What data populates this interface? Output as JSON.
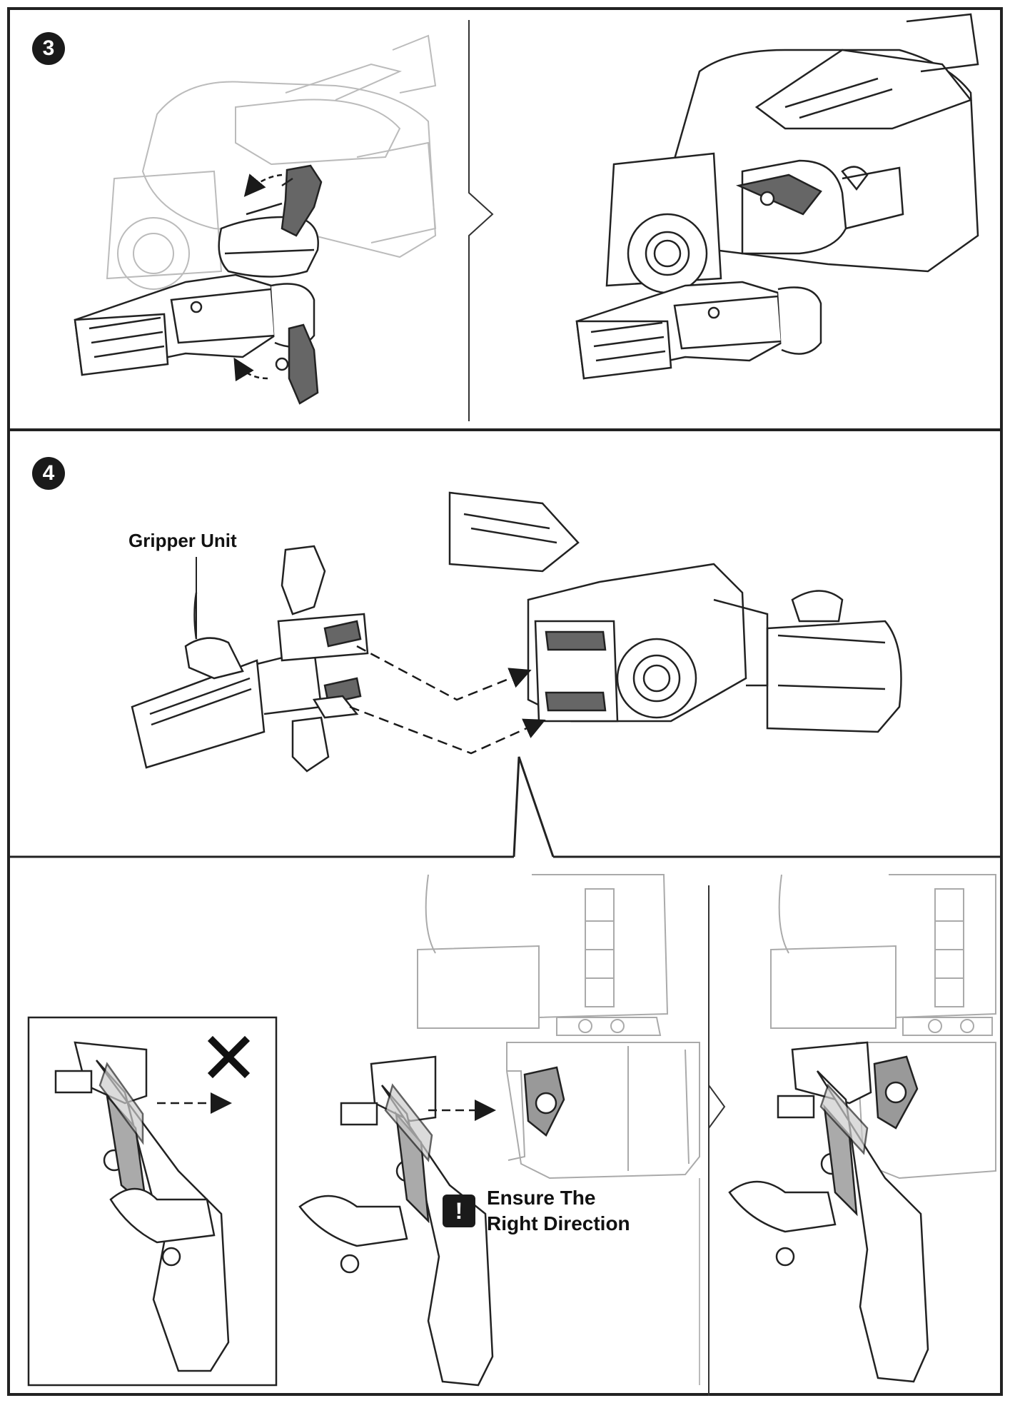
{
  "steps": [
    {
      "number": "3"
    },
    {
      "number": "4"
    }
  ],
  "callouts": {
    "gripper_unit": "Gripper Unit"
  },
  "warning": {
    "icon": "exclamation-icon",
    "line1": "Ensure The",
    "line2": "Right Direction"
  },
  "marks": {
    "wrong": "✕"
  },
  "colors": {
    "line": "#222222",
    "faint": "#9a9a9a",
    "highlight": "#666666"
  }
}
